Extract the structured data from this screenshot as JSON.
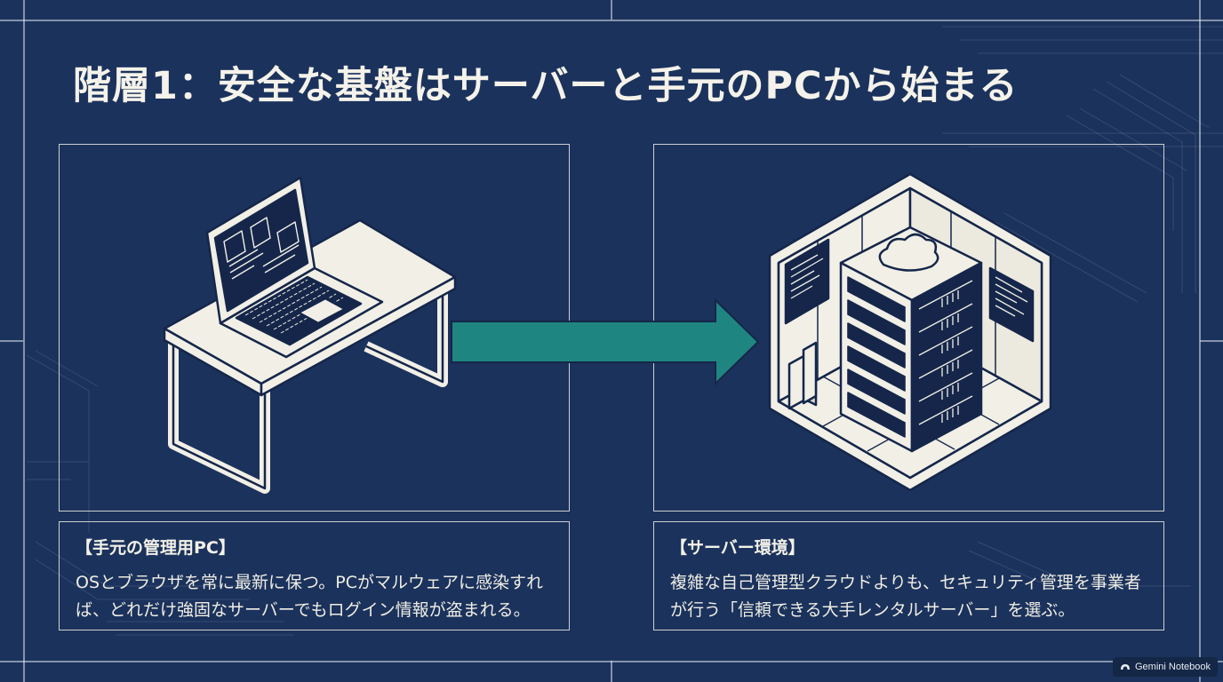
{
  "slide": {
    "title": "階層1：安全な基盤はサーバーと手元のPCから始まる"
  },
  "left_card": {
    "heading": "【手元の管理用PC】",
    "body": "OSとブラウザを常に最新に保つ。PCがマルウェアに感染すれば、どれだけ強固なサーバーでもログイン情報が盗まれる。"
  },
  "right_card": {
    "heading": "【サーバー環境】",
    "body": "複雑な自己管理型クラウドよりも、セキュリティ管理を事業者が行う「信頼できる大手レンタルサーバー」を選ぶ。"
  },
  "badge": {
    "label": "Gemini Notebook"
  },
  "colors": {
    "background": "#1b325c",
    "accent_arrow": "#1f8580",
    "line": "#f1efe6"
  }
}
